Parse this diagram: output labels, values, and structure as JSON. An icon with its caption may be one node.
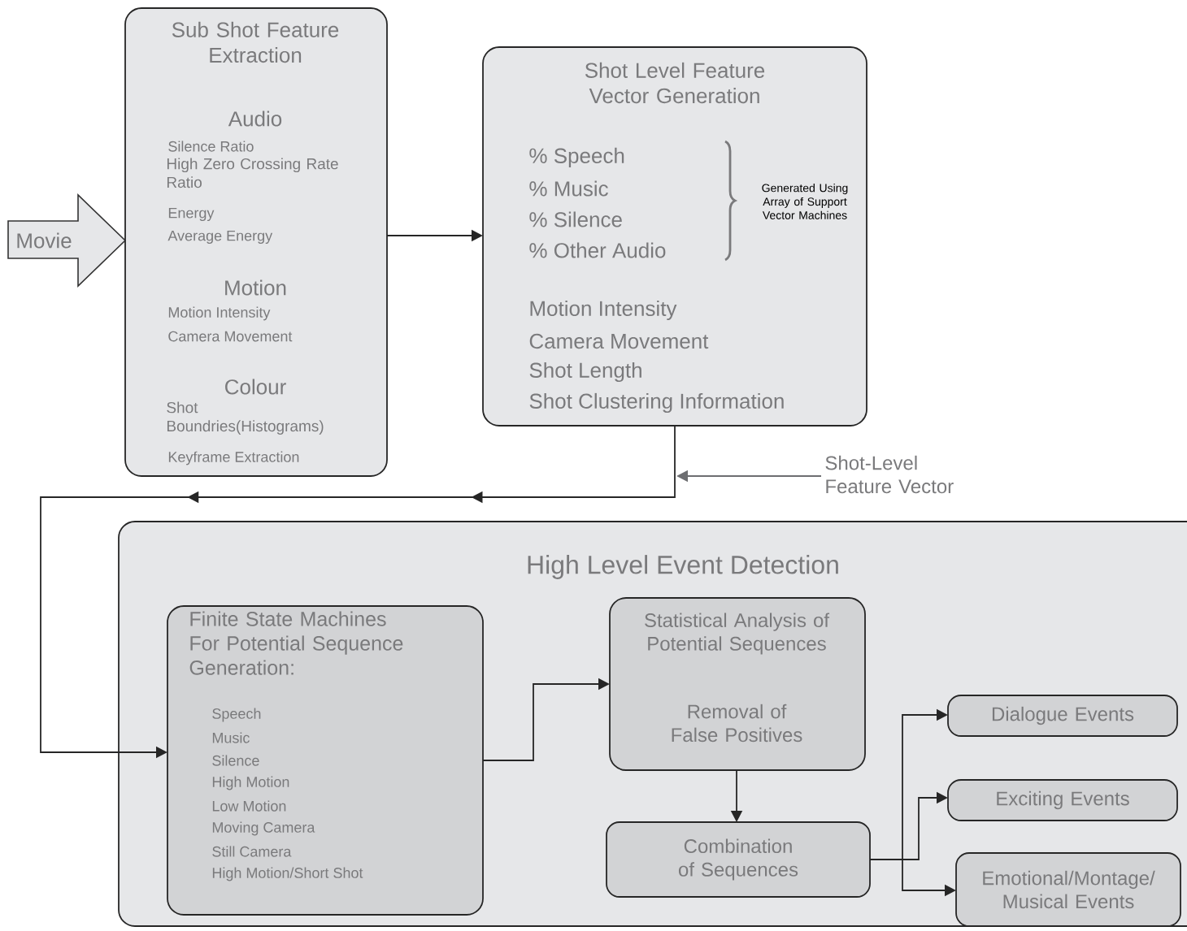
{
  "diagram": {
    "nodes": [
      {
        "text": [
          "Movie"
        ]
      },
      {
        "text": [
          "Sub Shot Feature Extraction",
          "Audio",
          "Silence Ratio",
          "High Zero Crossing Rate Ratio",
          "Energy",
          "Average Energy",
          "Motion",
          "Motion Intensity",
          "Camera Movement",
          "Colour",
          "Shot Boundries(Histograms)",
          "Keyframe Extraction"
        ]
      },
      {
        "text": [
          "Shot Level Feature Vector Generation",
          "% Speech",
          "% Music",
          "% Silence",
          "% Other Audio",
          "Generated Using Array of Support Vector Machines",
          "Motion Intensity",
          "Camera Movement",
          "Shot Length",
          "Shot Clustering Information"
        ]
      },
      {
        "text": [
          "Shot-Level Feature Vector"
        ]
      },
      {
        "text": [
          "High Level Event Detection"
        ]
      },
      {
        "text": [
          "Finite State Machines For Potential Sequence Generation:",
          "Speech",
          "Music",
          "Silence",
          "High Motion",
          "Low Motion",
          "Moving Camera",
          "Still Camera",
          "High Motion/Short Shot"
        ],
        "in": 4
      },
      {
        "text": [
          "Statistical Analysis of Potential Sequences",
          "Removal of False Positives"
        ],
        "in": 4
      },
      {
        "text": [
          "Combination of Sequences"
        ],
        "in": 4
      },
      {
        "text": [
          "Dialogue Events"
        ],
        "in": 4
      },
      {
        "text": [
          "Exciting Events"
        ],
        "in": 4
      },
      {
        "text": [
          "Emotional/Montage/ Musical Events"
        ],
        "in": 4
      }
    ],
    "edges": [
      {
        "from": 1,
        "to": 2,
        "arrow": "to"
      },
      {
        "from": 2,
        "to": 5,
        "arrow": "to"
      },
      {
        "from": 3,
        "to": null,
        "arrow": "to",
        "color": "#6d6e71"
      },
      {
        "from": 5,
        "to": 6,
        "arrow": "to"
      },
      {
        "from": 6,
        "to": 7,
        "arrow": "to"
      },
      {
        "from": 7,
        "to": 8,
        "arrow": "to"
      },
      {
        "from": 7,
        "to": 9,
        "arrow": "to"
      },
      {
        "from": 7,
        "to": 10,
        "arrow": "to"
      }
    ]
  }
}
